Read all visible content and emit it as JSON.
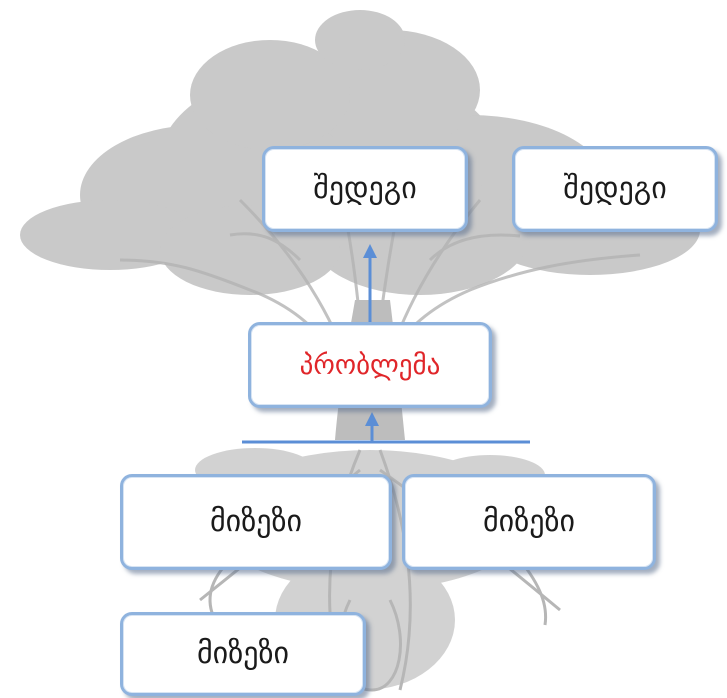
{
  "diagram": {
    "effects": [
      {
        "label": "შედეგი"
      },
      {
        "label": "შედეგი"
      }
    ],
    "problem": {
      "label": "პრობლემა",
      "color": "#e0262a"
    },
    "causes": [
      {
        "label": "მიზეზი"
      },
      {
        "label": "მიზეზი"
      },
      {
        "label": "მიზეზი"
      }
    ],
    "colors": {
      "box_border": "#8fb3de",
      "arrow": "#5b8ed6",
      "tree": "#b4b4b4"
    }
  }
}
